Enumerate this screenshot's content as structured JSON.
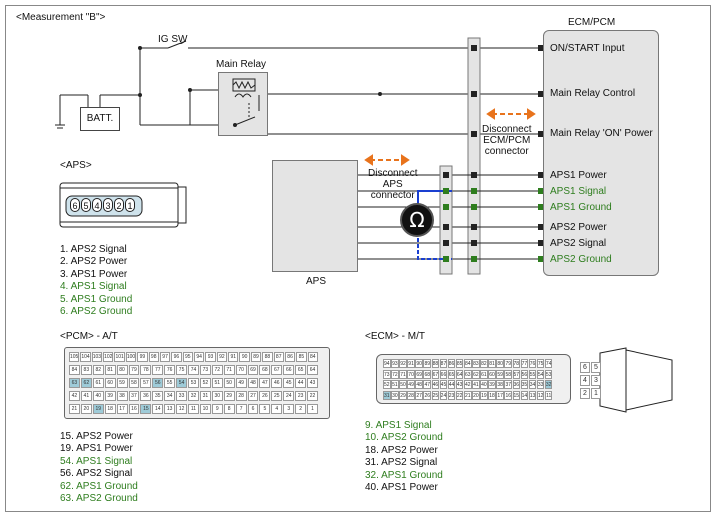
{
  "measurement_title": "<Measurement \"B\">",
  "ig_sw": "IG SW",
  "main_relay": "Main Relay",
  "batt": "BATT.",
  "ecm_title": "ECM/PCM",
  "ecm_pins": [
    {
      "label": "ON/START Input",
      "green": false
    },
    {
      "label": "Main Relay Control",
      "green": false
    },
    {
      "label": "Main Relay 'ON' Power",
      "green": false
    },
    {
      "label": "APS1 Power",
      "green": false
    },
    {
      "label": "APS1 Signal",
      "green": true
    },
    {
      "label": "APS1 Ground",
      "green": true
    },
    {
      "label": "APS2 Power",
      "green": false
    },
    {
      "label": "APS2 Signal",
      "green": false
    },
    {
      "label": "APS2 Ground",
      "green": true
    }
  ],
  "disconnect_ecm": [
    "Disconnect",
    "ECM/PCM",
    "connector"
  ],
  "disconnect_aps": [
    "Disconnect",
    "APS",
    "connector"
  ],
  "aps_box_label": "APS",
  "ohm_symbol": "Ω",
  "aps_title": "<APS>",
  "aps_connector_pins": [
    "6",
    "5",
    "4",
    "3",
    "2",
    "1"
  ],
  "aps_list": [
    {
      "text": "1. APS2 Signal",
      "green": false
    },
    {
      "text": "2. APS2 Power",
      "green": false
    },
    {
      "text": "3. APS1 Power",
      "green": false
    },
    {
      "text": "4. APS1 Signal",
      "green": true
    },
    {
      "text": "5. APS1 Ground",
      "green": true
    },
    {
      "text": "6. APS2 Ground",
      "green": true
    }
  ],
  "pcm_title": "<PCM> - A/T",
  "pcm_list": [
    {
      "text": "15. APS2 Power",
      "green": false
    },
    {
      "text": "19. APS1 Power",
      "green": false
    },
    {
      "text": "54. APS1 Signal",
      "green": true
    },
    {
      "text": "56. APS2 Signal",
      "green": false
    },
    {
      "text": "62. APS1 Ground",
      "green": true
    },
    {
      "text": "63. APS2 Ground",
      "green": true
    }
  ],
  "pcm_rows": [
    [
      "105",
      "104",
      "103",
      "102",
      "101",
      "100",
      "99",
      "98",
      "97",
      "96",
      "95",
      "94",
      "93",
      "92",
      "91",
      "90",
      "89",
      "88",
      "87",
      "86",
      "85",
      "84"
    ],
    [
      "84",
      "83",
      "82",
      "81",
      "80",
      "79",
      "78",
      "77",
      "76",
      "75",
      "74",
      "73",
      "72",
      "71",
      "70",
      "69",
      "68",
      "67",
      "66",
      "65",
      "64"
    ],
    [
      "63",
      "62",
      "61",
      "60",
      "59",
      "58",
      "57",
      "56",
      "55",
      "54",
      "53",
      "52",
      "51",
      "50",
      "49",
      "48",
      "47",
      "46",
      "45",
      "44",
      "43"
    ],
    [
      "42",
      "41",
      "40",
      "39",
      "38",
      "37",
      "36",
      "35",
      "34",
      "33",
      "32",
      "31",
      "30",
      "29",
      "28",
      "27",
      "26",
      "25",
      "24",
      "23",
      "22"
    ],
    [
      "21",
      "20",
      "19",
      "18",
      "17",
      "16",
      "15",
      "14",
      "13",
      "12",
      "11",
      "10",
      "9",
      "8",
      "7",
      "6",
      "5",
      "4",
      "3",
      "2",
      "1"
    ]
  ],
  "pcm_highlight": [
    "63",
    "62",
    "56",
    "54",
    "19",
    "15"
  ],
  "ecm_conn_title": "<ECM> - M/T",
  "ecm_list": [
    {
      "text": "9. APS1 Signal",
      "green": true
    },
    {
      "text": "10. APS2 Ground",
      "green": true
    },
    {
      "text": "18. APS2 Power",
      "green": false
    },
    {
      "text": "31. APS2 Signal",
      "green": false
    },
    {
      "text": "32. APS1 Ground",
      "green": true
    },
    {
      "text": "40. APS1 Power",
      "green": false
    }
  ],
  "ecm_rows": [
    [
      "94",
      "93",
      "92",
      "91",
      "90",
      "89",
      "88",
      "87",
      "86",
      "85",
      "84",
      "83",
      "82",
      "81",
      "80",
      "79",
      "78",
      "77",
      "76",
      "75",
      "74"
    ],
    [
      "73",
      "72",
      "71",
      "70",
      "69",
      "68",
      "67",
      "66",
      "65",
      "64",
      "63",
      "62",
      "61",
      "60",
      "59",
      "58",
      "57",
      "56",
      "55",
      "54",
      "53"
    ],
    [
      "52",
      "51",
      "50",
      "49",
      "48",
      "47",
      "46",
      "45",
      "44",
      "43",
      "42",
      "41",
      "40",
      "39",
      "38",
      "37",
      "36",
      "35",
      "34",
      "33",
      "32"
    ],
    [
      "31",
      "30",
      "29",
      "28",
      "27",
      "26",
      "25",
      "24",
      "23",
      "22",
      "21",
      "20",
      "19",
      "18",
      "17",
      "16",
      "15",
      "14",
      "13",
      "12",
      "11"
    ]
  ],
  "ecm_highlight": [
    "9",
    "10",
    "32",
    "31"
  ],
  "ecm_side": [
    "6",
    "5",
    "4",
    "3",
    "2",
    "1"
  ],
  "colors": {
    "green": "#2e7d1e",
    "orange": "#e8731c",
    "blue": "#1a3fd0",
    "box": "#e4e4e4",
    "highlight": "#9ecbd8"
  }
}
